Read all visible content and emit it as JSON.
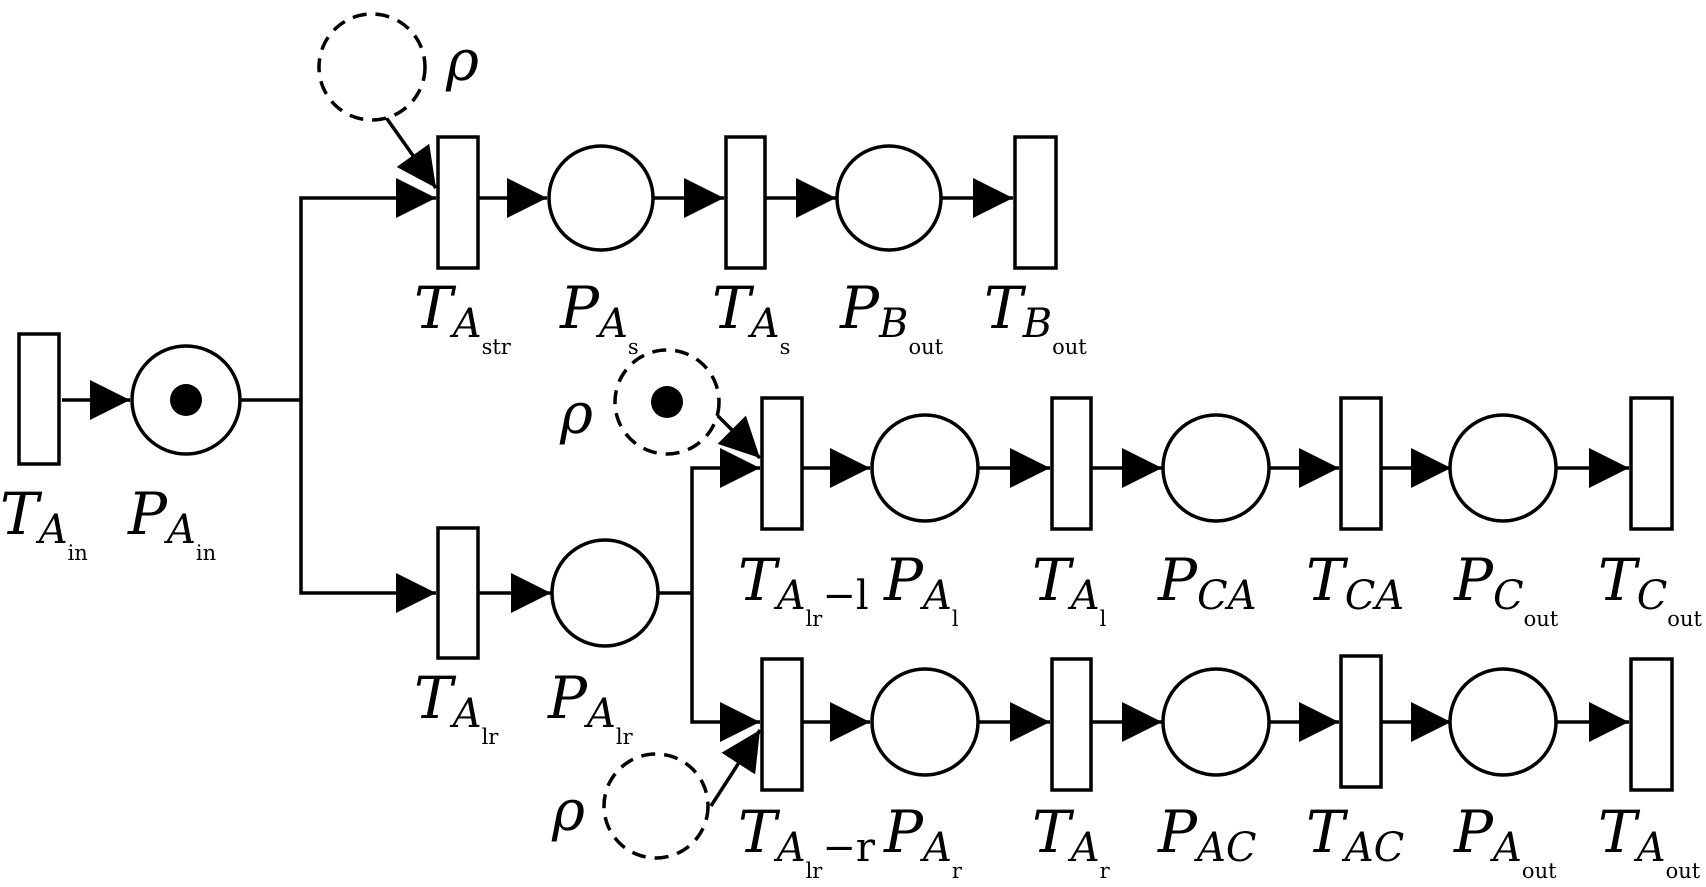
{
  "labels": {
    "t_a_in": "T",
    "t_a_in_s1": "A",
    "t_a_in_s2": "in",
    "p_a_in": "P",
    "p_a_in_s1": "A",
    "p_a_in_s2": "in",
    "t_a_str": "T",
    "t_a_str_s1": "A",
    "t_a_str_s2": "str",
    "p_a_s": "P",
    "p_a_s_s1": "A",
    "p_a_s_s2": "s",
    "t_a_s": "T",
    "t_a_s_s1": "A",
    "t_a_s_s2": "s",
    "p_b_out": "P",
    "p_b_out_s1": "B",
    "p_b_out_s2": "out",
    "t_b_out": "T",
    "t_b_out_s1": "B",
    "t_b_out_s2": "out",
    "t_a_lr": "T",
    "t_a_lr_s1": "A",
    "t_a_lr_s2": "lr",
    "p_a_lr": "P",
    "p_a_lr_s1": "A",
    "p_a_lr_s2": "lr",
    "t_a_lr_l": "T",
    "t_a_lr_l_s1": "A",
    "t_a_lr_l_s2": "lr",
    "t_a_lr_l_s3": "−l",
    "p_a_l": "P",
    "p_a_l_s1": "A",
    "p_a_l_s2": "l",
    "t_a_l": "T",
    "t_a_l_s1": "A",
    "t_a_l_s2": "l",
    "p_ca": "P",
    "p_ca_s1": "CA",
    "t_ca": "T",
    "t_ca_s1": "CA",
    "p_c_out": "P",
    "p_c_out_s1": "C",
    "p_c_out_s2": "out",
    "t_c_out": "T",
    "t_c_out_s1": "C",
    "t_c_out_s2": "out",
    "t_a_lr_r": "T",
    "t_a_lr_r_s1": "A",
    "t_a_lr_r_s2": "lr",
    "t_a_lr_r_s3": "−r",
    "p_a_r": "P",
    "p_a_r_s1": "A",
    "p_a_r_s2": "r",
    "t_a_r": "T",
    "t_a_r_s1": "A",
    "t_a_r_s2": "r",
    "p_ac": "P",
    "p_ac_s1": "AC",
    "t_ac": "T",
    "t_ac_s1": "AC",
    "p_a_out": "P",
    "p_a_out_s1": "A",
    "p_a_out_s2": "out",
    "t_a_out": "T",
    "t_a_out_s1": "A",
    "t_a_out_s2": "out"
  },
  "rho": {
    "top": "ρ",
    "middle": "ρ",
    "bottom": "ρ"
  }
}
